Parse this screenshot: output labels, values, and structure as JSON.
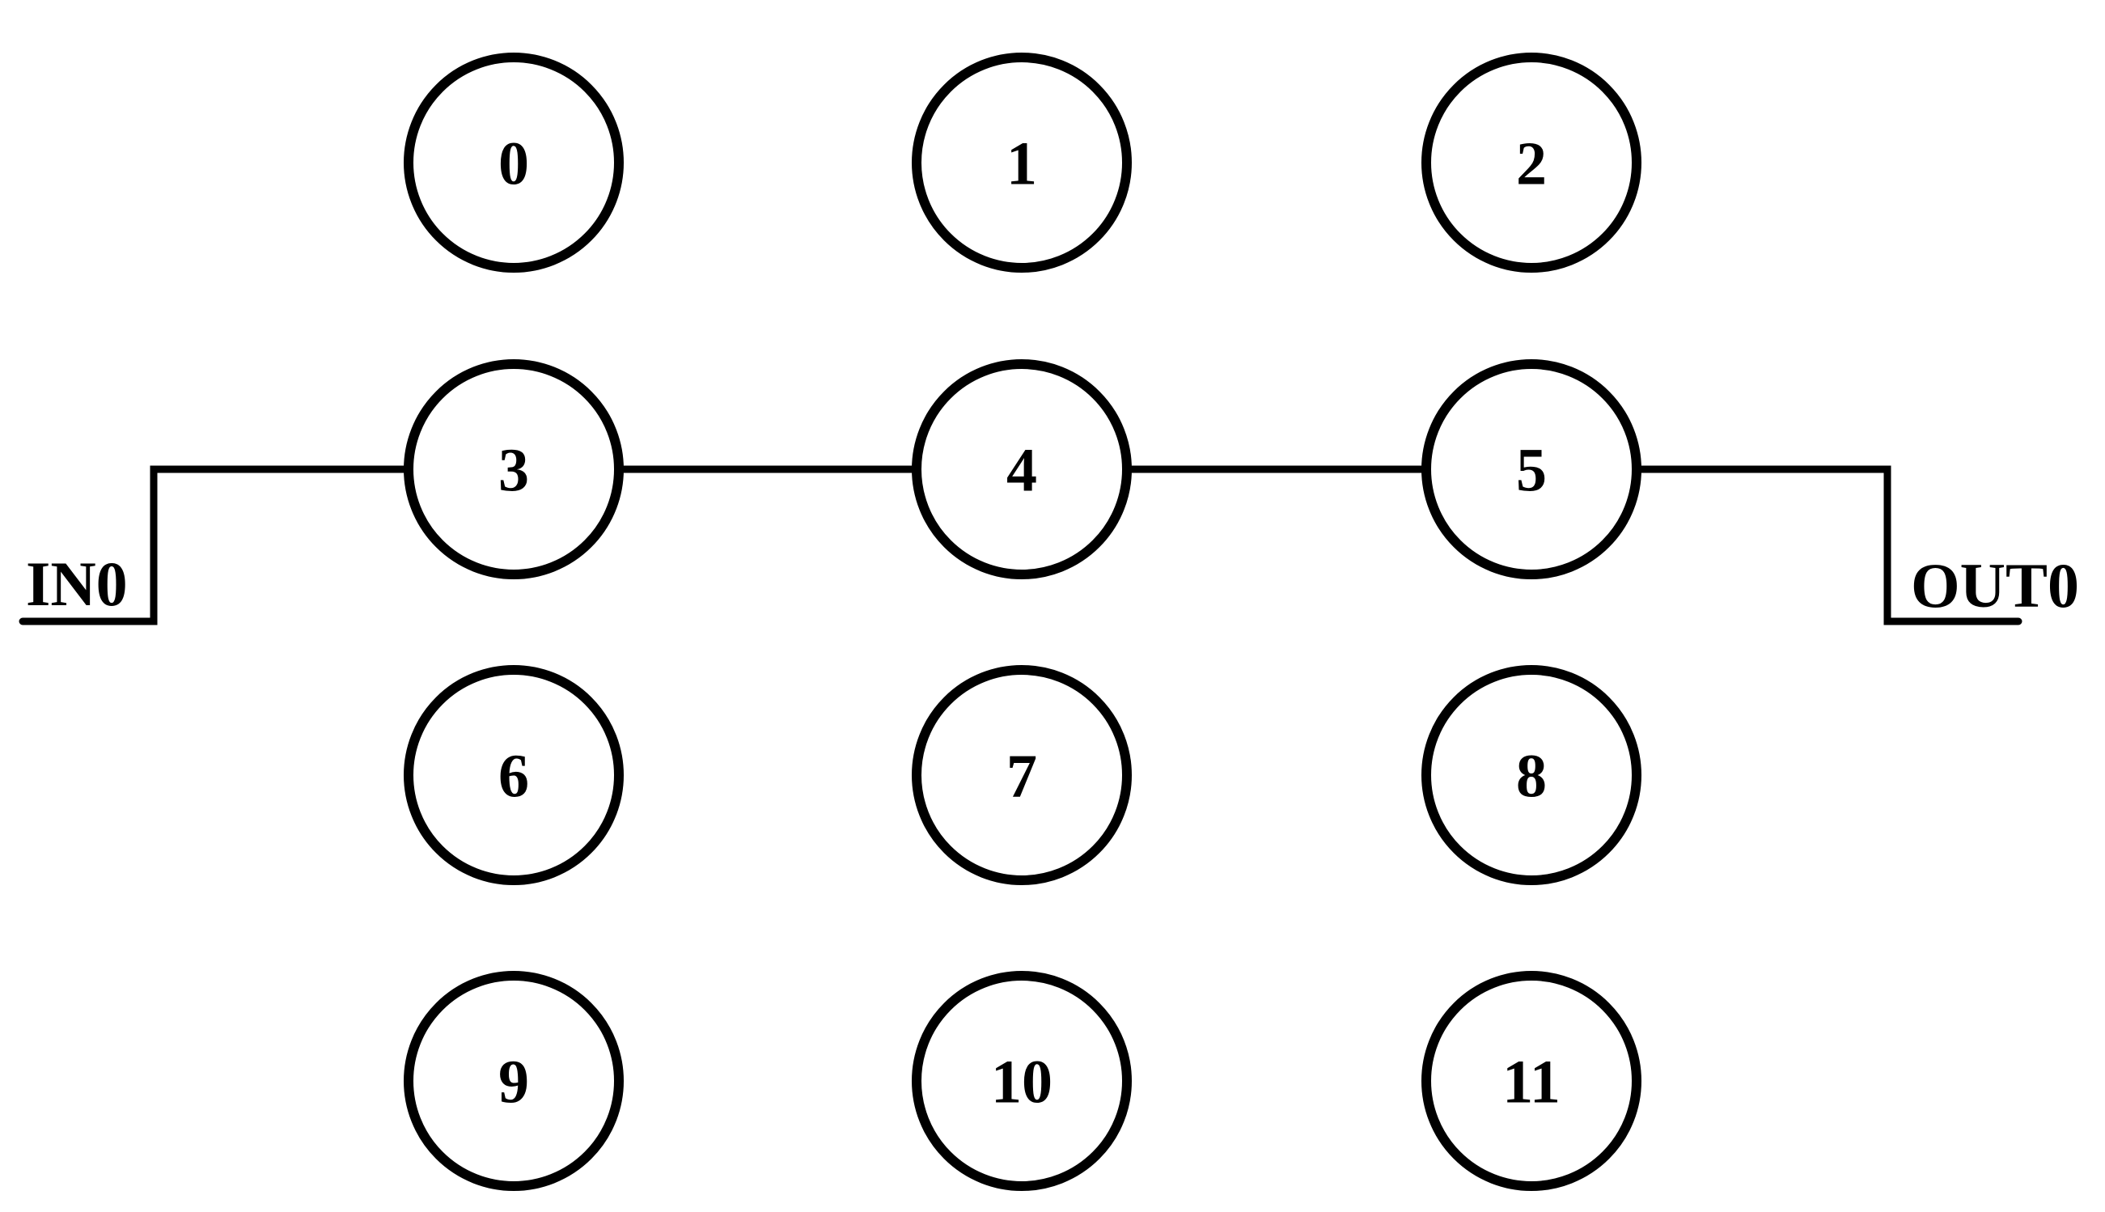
{
  "diagram": {
    "background_color": "#ffffff",
    "line_color": "#000000",
    "node_fill_color": "#ffffff",
    "input_label": "IN0",
    "output_label": "OUT0",
    "grid": {
      "rows": 4,
      "cols": 3
    },
    "nodes": [
      {
        "label": "0",
        "row": 0,
        "col": 0
      },
      {
        "label": "1",
        "row": 0,
        "col": 1
      },
      {
        "label": "2",
        "row": 0,
        "col": 2
      },
      {
        "label": "3",
        "row": 1,
        "col": 0
      },
      {
        "label": "4",
        "row": 1,
        "col": 1
      },
      {
        "label": "5",
        "row": 1,
        "col": 2
      },
      {
        "label": "6",
        "row": 2,
        "col": 0
      },
      {
        "label": "7",
        "row": 2,
        "col": 1
      },
      {
        "label": "8",
        "row": 2,
        "col": 2
      },
      {
        "label": "9",
        "row": 3,
        "col": 0
      },
      {
        "label": "10",
        "row": 3,
        "col": 1
      },
      {
        "label": "11",
        "row": 3,
        "col": 2
      }
    ],
    "edges": [
      {
        "from": "IN0",
        "to": "3"
      },
      {
        "from": "3",
        "to": "4"
      },
      {
        "from": "4",
        "to": "5"
      },
      {
        "from": "5",
        "to": "OUT0"
      }
    ]
  }
}
